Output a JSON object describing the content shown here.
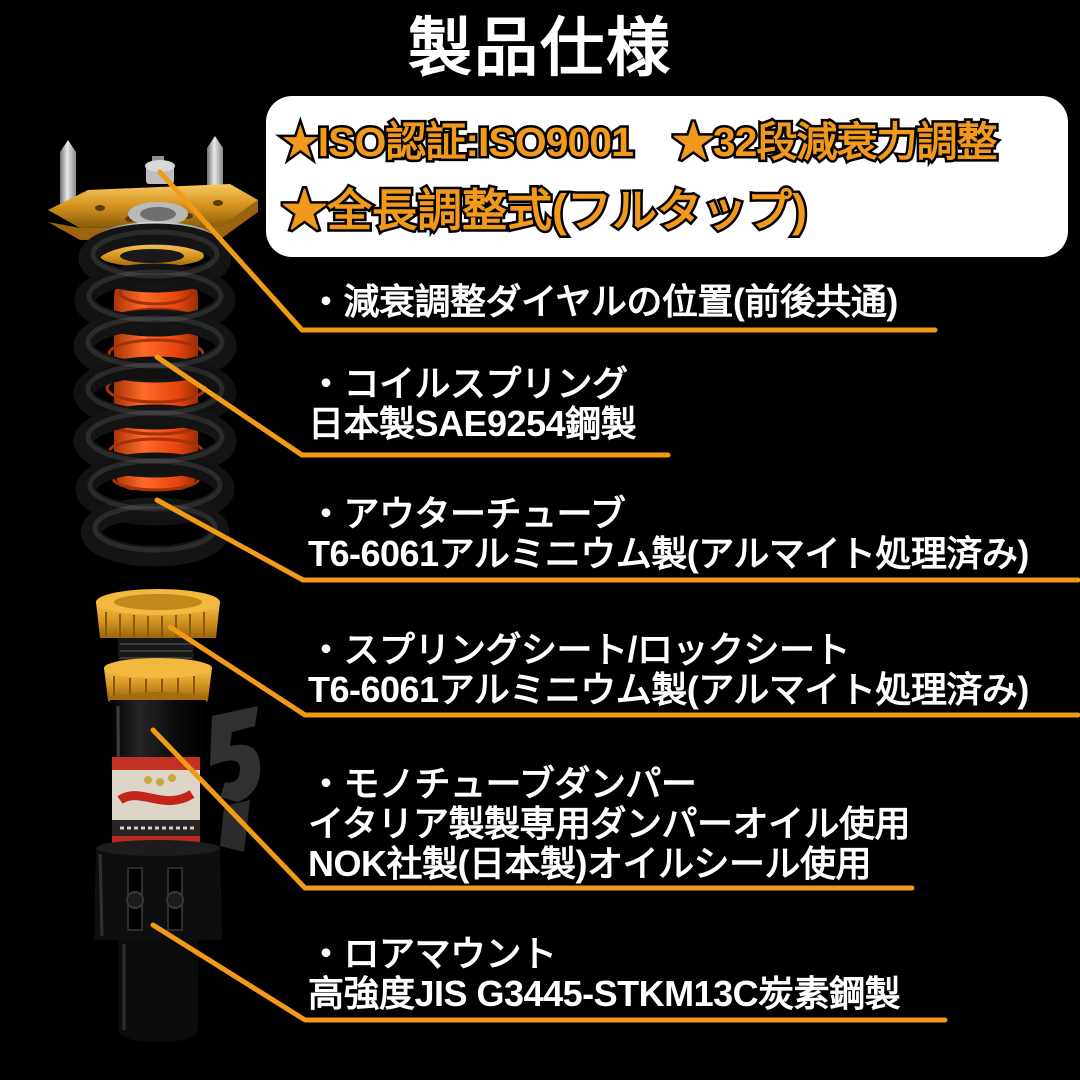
{
  "title": "製品仕様",
  "badges": {
    "line1": "★ISO認証:ISO9001　★32段減衰力調整",
    "line2": "★全長調整式(フルタップ)"
  },
  "annotations": [
    {
      "label": "damping-adjustment-dial",
      "lines": [
        "・減衰調整ダイヤルの位置(前後共通)"
      ]
    },
    {
      "label": "coil-spring",
      "lines": [
        "・コイルスプリング",
        "日本製SAE9254鋼製"
      ]
    },
    {
      "label": "outer-tube",
      "lines": [
        "・アウターチューブ",
        "T6-6061アルミニウム製(アルマイト処理済み)"
      ]
    },
    {
      "label": "spring-seat-lock-seat",
      "lines": [
        "・スプリングシート/ロックシート",
        "T6-6061アルミニウム製(アルマイト処理済み)"
      ]
    },
    {
      "label": "monotube-damper",
      "lines": [
        "・モノチューブダンパー",
        "イタリア製製専用ダンパーオイル使用",
        "NOK社製(日本製)オイルシール使用"
      ]
    },
    {
      "label": "lower-mount",
      "lines": [
        "・ロアマウント",
        "高強度JIS G3445-STKM13C炭素鋼製"
      ]
    }
  ],
  "colors": {
    "background": "#000000",
    "title_text": "#ffffff",
    "badge_panel_bg": "#ffffff",
    "badge_text": "#f0991c",
    "badge_outline": "#000000",
    "annotation_text": "#ffffff",
    "leader_line": "#f09a18",
    "coilover_gold": "#d4921e",
    "coilover_orange": "#eb4a10",
    "spring_black": "#141414",
    "silver": "#b5b5b5",
    "sticker_red": "#c13224"
  }
}
